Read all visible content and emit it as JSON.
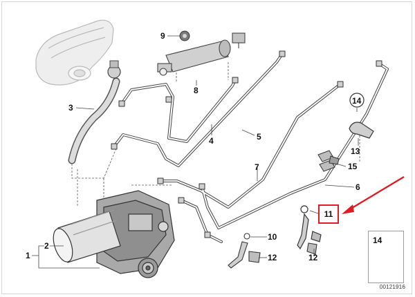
{
  "diagram": {
    "callouts": [
      {
        "id": "c1",
        "text": "1"
      },
      {
        "id": "c2",
        "text": "2"
      },
      {
        "id": "c3",
        "text": "3"
      },
      {
        "id": "c4",
        "text": "4"
      },
      {
        "id": "c5",
        "text": "5"
      },
      {
        "id": "c6",
        "text": "6"
      },
      {
        "id": "c7",
        "text": "7"
      },
      {
        "id": "c8",
        "text": "8"
      },
      {
        "id": "c9",
        "text": "9"
      },
      {
        "id": "c10",
        "text": "10"
      },
      {
        "id": "c12a",
        "text": "12"
      },
      {
        "id": "c12b",
        "text": "12"
      },
      {
        "id": "c13",
        "text": "13"
      },
      {
        "id": "c14",
        "text": "14"
      },
      {
        "id": "c15",
        "text": "15"
      }
    ],
    "highlighted_part": {
      "text": "11"
    },
    "inset": {
      "part_number": "14"
    },
    "diagram_id": "00121916",
    "colors": {
      "highlight": "#e01b24",
      "line": "#3a3a3a",
      "part_fill": "#d9d9d9"
    }
  }
}
